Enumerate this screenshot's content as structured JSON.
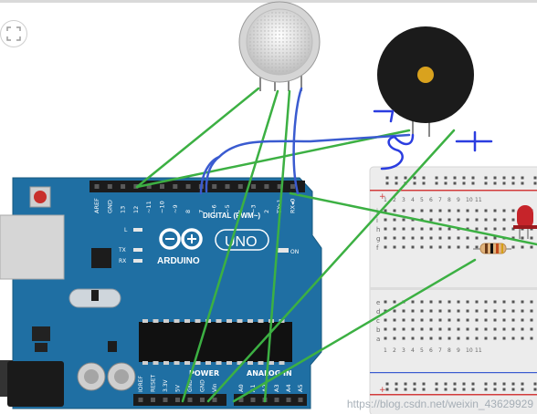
{
  "board": {
    "brand": "ARDUINO",
    "model": "UNO",
    "digital_label": "DIGITAL (PWM~)",
    "power_label": "POWER",
    "analog_label": "ANALOG IN",
    "on_label": "ON",
    "l_label": "L",
    "tx_label": "TX",
    "rx_label": "RX",
    "top_pins": [
      "AREF",
      "GND",
      "13",
      "12",
      "~11",
      "~10",
      "~9",
      "8",
      "7",
      "~6",
      "~5",
      "4",
      "~3",
      "2",
      "TX▸1",
      "RX◂0"
    ],
    "power_pins": [
      "IOREF",
      "RESET",
      "3.3V",
      "5V",
      "GND",
      "GND",
      "Vin"
    ],
    "analog_pins": [
      "A0",
      "A1",
      "A2",
      "A3",
      "A4",
      "A5"
    ]
  },
  "breadboard": {
    "rows_top": [
      "j",
      "i",
      "h",
      "g",
      "f"
    ],
    "rows_bottom": [
      "e",
      "d",
      "c",
      "b",
      "a"
    ],
    "columns": [
      "1",
      "2",
      "3",
      "4",
      "5",
      "6",
      "7",
      "8",
      "9",
      "10",
      "11"
    ],
    "plus": "+",
    "minus": "−"
  },
  "annotations": {
    "minus_mark": "−",
    "plus_mark": "+"
  },
  "watermark": "https://blog.csdn.net/weixin_43629929",
  "colors": {
    "board": "#1f6fa3",
    "wire_green": "#3cb043",
    "wire_blue": "#3a5bd0",
    "ink_blue": "#2b3de0",
    "breadboard": "#ececec",
    "rail_red": "#d23b3b"
  },
  "icons": {
    "fit_view": "fit-view-icon"
  }
}
